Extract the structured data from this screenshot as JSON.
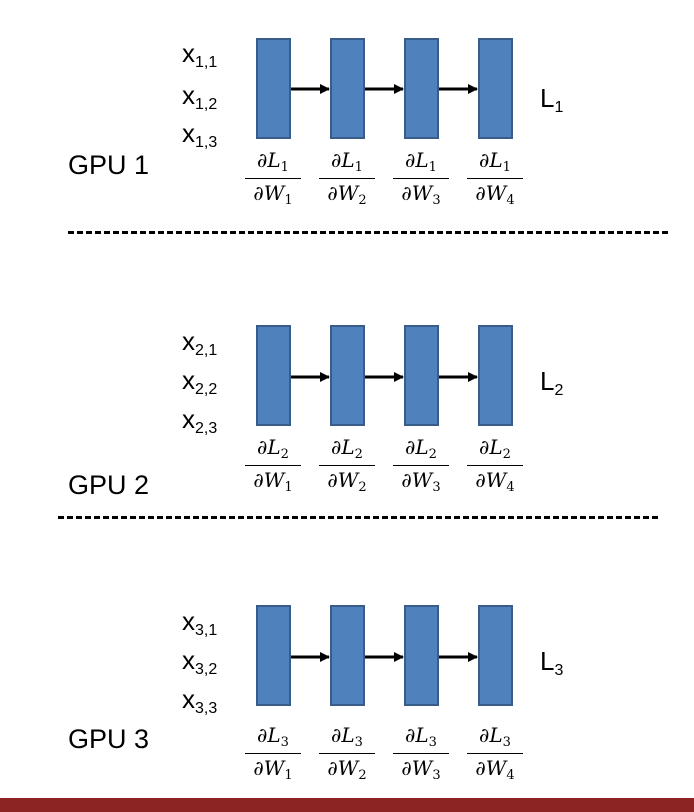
{
  "colors": {
    "layer_fill": "#4f81bd",
    "layer_border": "#385d8a",
    "arrow": "#000000",
    "bottom_bar": "#8c2424"
  },
  "gpus": [
    {
      "label": "GPU 1",
      "inputs": [
        {
          "base": "x",
          "sub": "1,1"
        },
        {
          "base": "x",
          "sub": "1,2"
        },
        {
          "base": "x",
          "sub": "1,3"
        }
      ],
      "loss": {
        "base": "L",
        "sub": "1"
      },
      "grads": [
        {
          "num": "∂L",
          "num_sub": "1",
          "den": "∂W",
          "den_sub": "1"
        },
        {
          "num": "∂L",
          "num_sub": "1",
          "den": "∂W",
          "den_sub": "2"
        },
        {
          "num": "∂L",
          "num_sub": "1",
          "den": "∂W",
          "den_sub": "3"
        },
        {
          "num": "∂L",
          "num_sub": "1",
          "den": "∂W",
          "den_sub": "4"
        }
      ]
    },
    {
      "label": "GPU 2",
      "inputs": [
        {
          "base": "x",
          "sub": "2,1"
        },
        {
          "base": "x",
          "sub": "2,2"
        },
        {
          "base": "x",
          "sub": "2,3"
        }
      ],
      "loss": {
        "base": "L",
        "sub": "2"
      },
      "grads": [
        {
          "num": "∂L",
          "num_sub": "2",
          "den": "∂W",
          "den_sub": "1"
        },
        {
          "num": "∂L",
          "num_sub": "2",
          "den": "∂W",
          "den_sub": "2"
        },
        {
          "num": "∂L",
          "num_sub": "2",
          "den": "∂W",
          "den_sub": "3"
        },
        {
          "num": "∂L",
          "num_sub": "2",
          "den": "∂W",
          "den_sub": "4"
        }
      ]
    },
    {
      "label": "GPU 3",
      "inputs": [
        {
          "base": "x",
          "sub": "3,1"
        },
        {
          "base": "x",
          "sub": "3,2"
        },
        {
          "base": "x",
          "sub": "3,3"
        }
      ],
      "loss": {
        "base": "L",
        "sub": "3"
      },
      "grads": [
        {
          "num": "∂L",
          "num_sub": "3",
          "den": "∂W",
          "den_sub": "1"
        },
        {
          "num": "∂L",
          "num_sub": "3",
          "den": "∂W",
          "den_sub": "2"
        },
        {
          "num": "∂L",
          "num_sub": "3",
          "den": "∂W",
          "den_sub": "3"
        },
        {
          "num": "∂L",
          "num_sub": "3",
          "den": "∂W",
          "den_sub": "4"
        }
      ]
    }
  ]
}
